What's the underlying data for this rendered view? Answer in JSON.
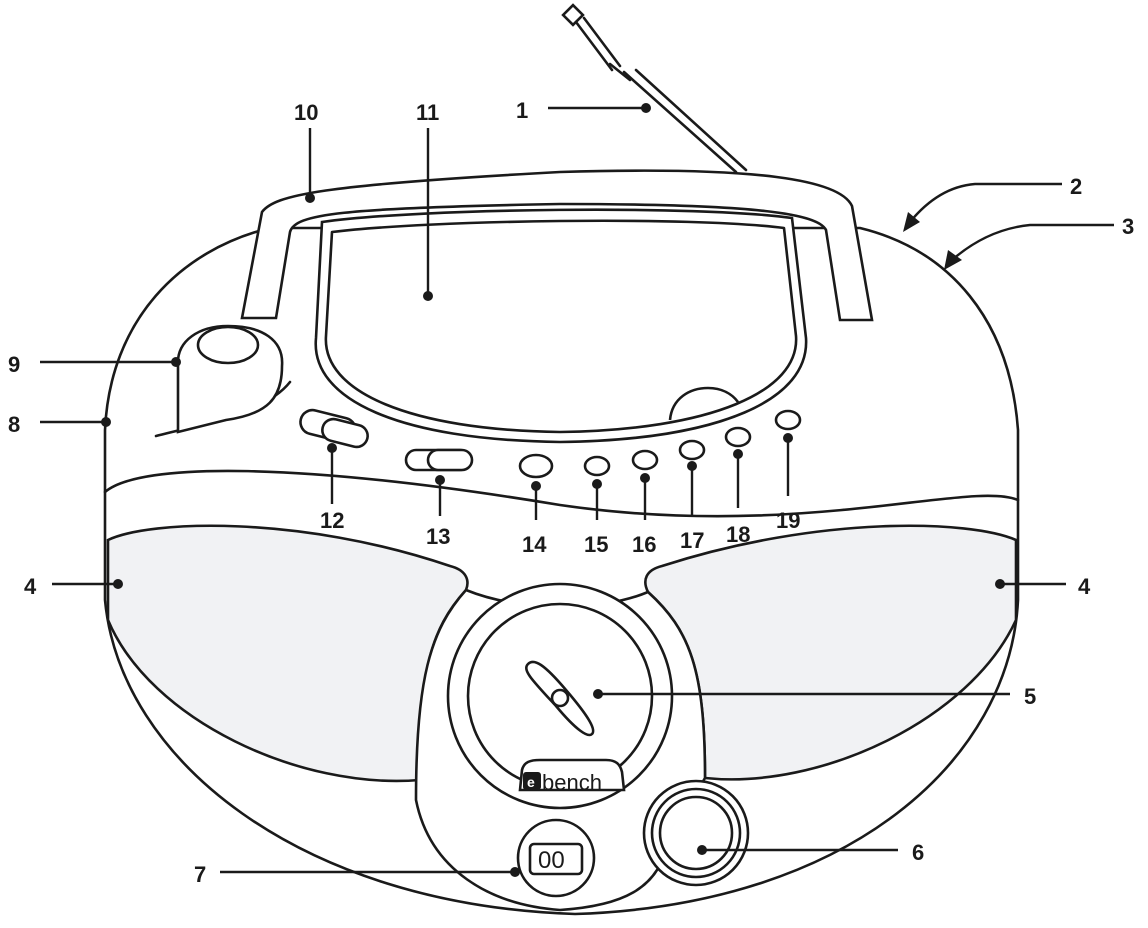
{
  "callouts": [
    {
      "id": "c1",
      "label": "1"
    },
    {
      "id": "c2",
      "label": "2"
    },
    {
      "id": "c3",
      "label": "3"
    },
    {
      "id": "c4l",
      "label": "4"
    },
    {
      "id": "c4r",
      "label": "4"
    },
    {
      "id": "c5",
      "label": "5"
    },
    {
      "id": "c6",
      "label": "6"
    },
    {
      "id": "c7",
      "label": "7"
    },
    {
      "id": "c8",
      "label": "8"
    },
    {
      "id": "c9",
      "label": "9"
    },
    {
      "id": "c10",
      "label": "10"
    },
    {
      "id": "c11",
      "label": "11"
    },
    {
      "id": "c12",
      "label": "12"
    },
    {
      "id": "c13",
      "label": "13"
    },
    {
      "id": "c14",
      "label": "14"
    },
    {
      "id": "c15",
      "label": "15"
    },
    {
      "id": "c16",
      "label": "16"
    },
    {
      "id": "c17",
      "label": "17"
    },
    {
      "id": "c18",
      "label": "18"
    },
    {
      "id": "c19",
      "label": "19"
    }
  ],
  "brand_logo": "bench",
  "display_readout": "00",
  "colors": {
    "outline": "#1a1a1a",
    "speaker_fill": "#f1f2f4",
    "body_fill": "#ffffff"
  }
}
